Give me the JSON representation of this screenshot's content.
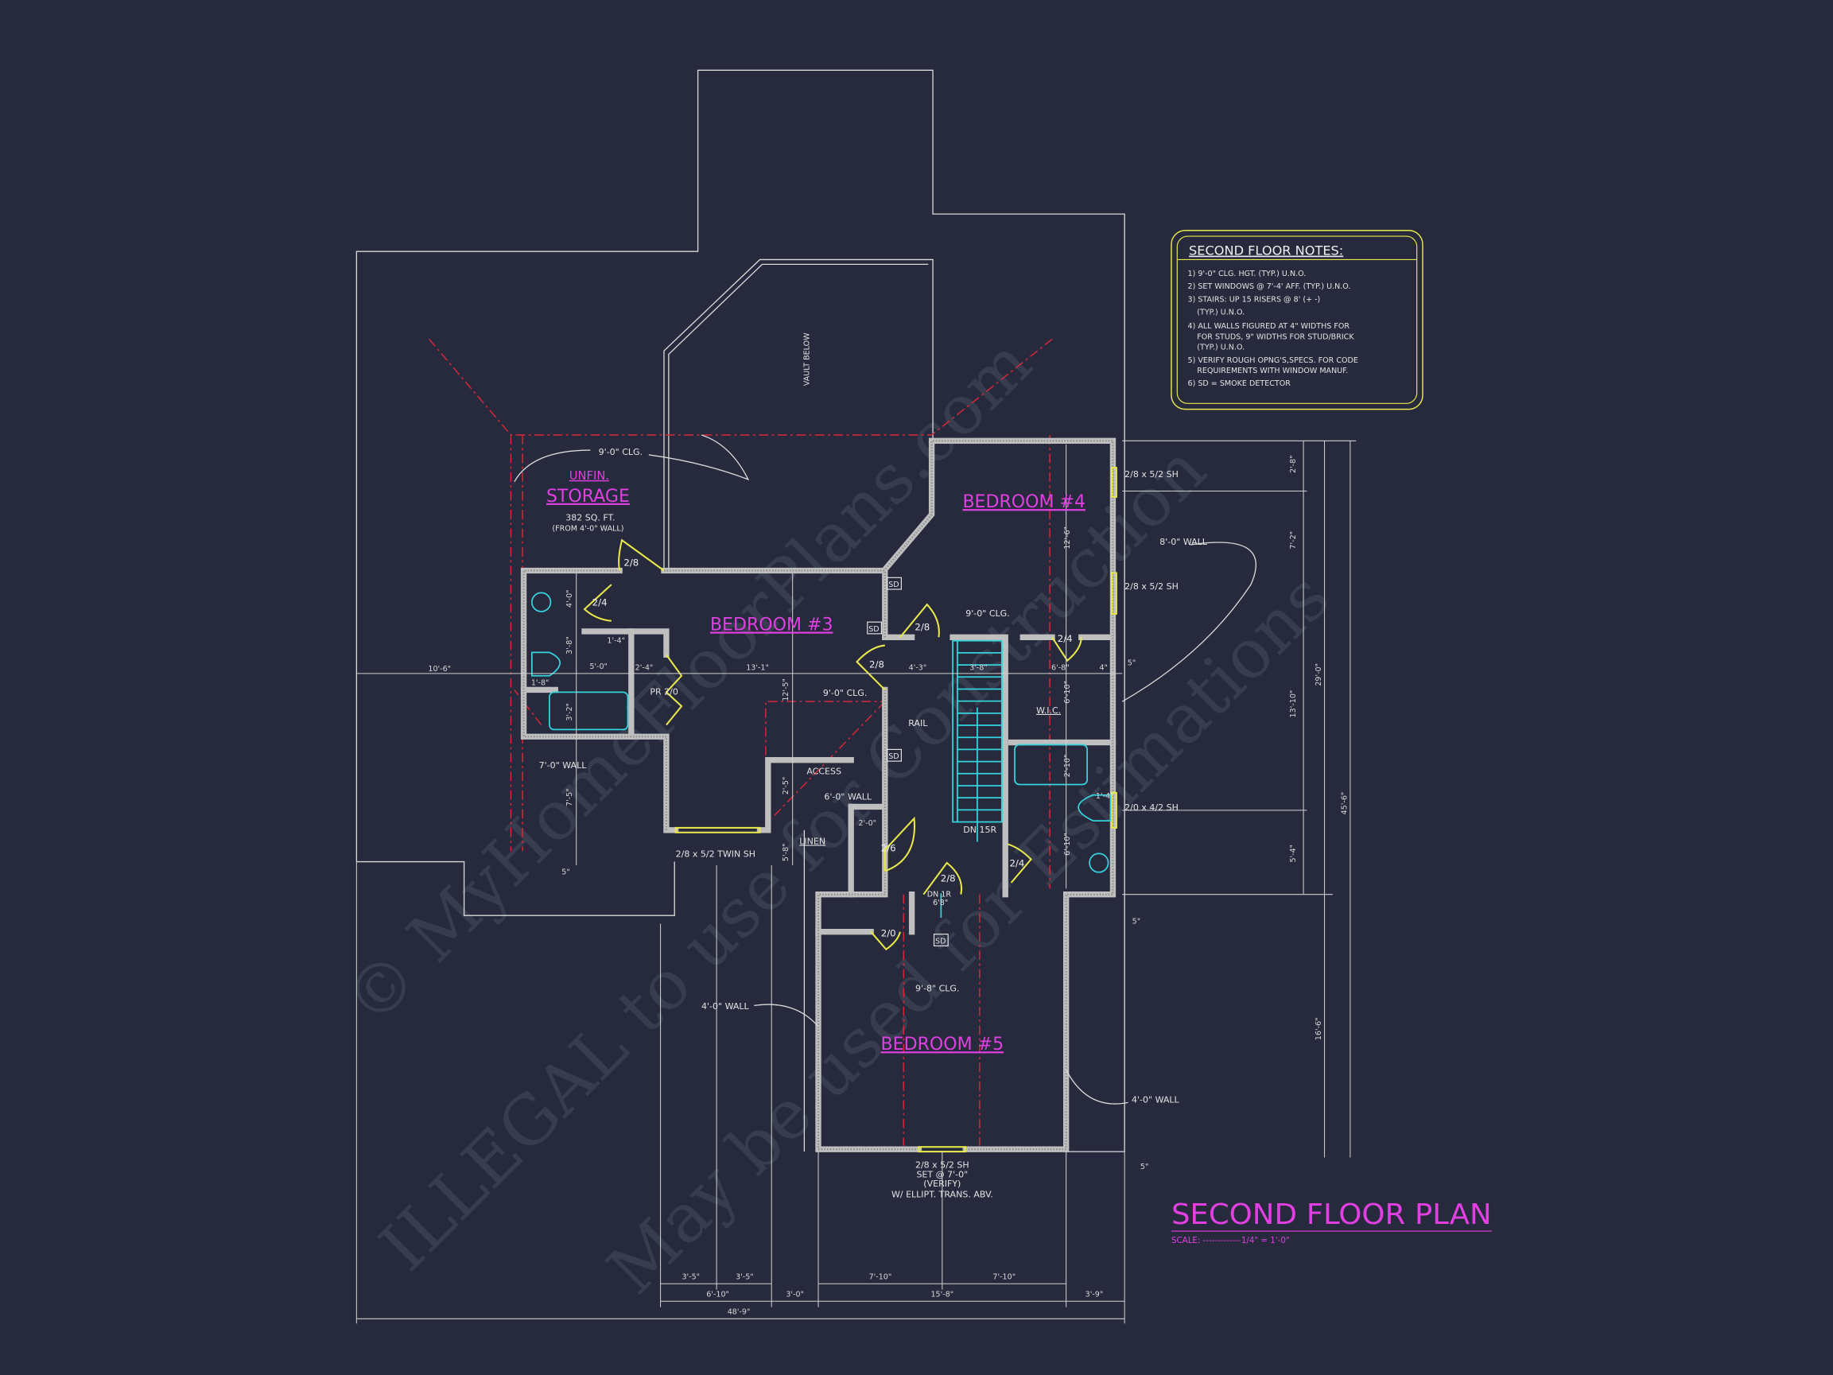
{
  "colors": {
    "background": "#262a3c",
    "walls": "#bfbfbf",
    "room_labels": "#e23fe2",
    "doors_windows": "#e8e84a",
    "fixtures": "#33d4de",
    "ceiling_lines": "#d8283a",
    "notes_border": "#e8e84a"
  },
  "title": {
    "text": "SECOND FLOOR PLAN",
    "scale": "SCALE: -------------1/4\" = 1'-0\""
  },
  "notes": {
    "heading": "SECOND FLOOR NOTES:",
    "lines": [
      "1) 9'-0\"  CLG. HGT. (TYP.) U.N.O.",
      "2) SET WINDOWS @ 7'-4' AFF. (TYP.) U.N.O.",
      "3) STAIRS: UP 15 RISERS @ 8' (+ -)",
      "(TYP.) U.N.O.",
      "4) ALL WALLS FIGURED AT 4\" WIDTHS FOR",
      "FOR STUDS, 9\" WIDTHS FOR STUD/BRICK",
      "(TYP.) U.N.O.",
      "5) VERIFY ROUGH OPNG'S,SPECS. FOR CODE",
      "REQUIREMENTS WITH WINDOW MANUF.",
      "6) SD = SMOKE DETECTOR"
    ]
  },
  "rooms": {
    "bedroom3": "BEDROOM #3",
    "bedroom4": "BEDROOM #4",
    "bedroom5": "BEDROOM #5",
    "storage_unfin": "UNFIN.",
    "storage": "STORAGE",
    "storage_area": "382 SQ. FT.",
    "storage_note": "(FROM 4'-0\" WALL)",
    "wic": "W.I.C.",
    "linen": "LINEN",
    "vault": "VAULT BELOW"
  },
  "annotations": {
    "clg_storage": "9'-0\" CLG.",
    "clg_bed4": "9'-0\" CLG.",
    "clg_bed3": "9'-0\" CLG.",
    "clg_bed5": "9'-8\" CLG.",
    "win_bed4_top": "2/8 x 5/2 SH",
    "win_bed4_mid": "2/8 x 5/2 SH",
    "wall_bed4": "8'-0\" WALL",
    "win_bath": "2/0 x 4/2 SH",
    "win_bed3": "2/8 x 5/2 TWIN SH",
    "rail": "RAIL",
    "stairs_main": "DN  15R",
    "stairs_step": "DN 1R",
    "stairs_step_h": "6'8\"",
    "access": "ACCESS",
    "wall_access": "6'-0\" WALL",
    "pr": "PR 2/0",
    "wall_7": "7'-0\" WALL",
    "wall_4_left": "4'-0\" WALL",
    "wall_4_right": "4'-0\" WALL",
    "win_bed5": [
      "2/8 x 5/2 SH",
      "SET @ 7'-0\"",
      "(VERIFY)",
      "W/ ELLIPT. TRANS. ABV."
    ],
    "sd": "SD"
  },
  "doors": [
    "2/8",
    "2/4",
    "2/8",
    "2/8",
    "2/4",
    "2/6",
    "2/8",
    "2/4",
    "2/0"
  ],
  "dims": {
    "interior": [
      "10'-6\"",
      "4'-0\"",
      "3'-8\"",
      "5'-0\"",
      "1'-4\"",
      "2'-4\"",
      "13'-1\"",
      "12'-5\"",
      "4'-3\"",
      "3'-8\"",
      "6'-8\"",
      "4\"",
      "5\"",
      "12'-6\"",
      "6'-10\"",
      "2'-10\"",
      "6'-10\"",
      "3'-2\"",
      "7'-5\"",
      "5\"",
      "2'-0\"",
      "2'-5\"",
      "5'-8\"",
      "5\"",
      "5\"",
      "1'-4\"",
      "1'-8\""
    ],
    "right": [
      "2'-8\"",
      "7'-2\"",
      "13'-10\"",
      "5'-4\"",
      "29'-0\"",
      "45'-6\"",
      "16'-6\""
    ],
    "bottom": [
      "3'-5\"",
      "3'-5\"",
      "6'-10\"",
      "3'-0\"",
      "7'-10\"",
      "7'-10\"",
      "15'-8\"",
      "3'-9\"",
      "48'-9\""
    ]
  },
  "watermark": [
    "© MyHomeFloorPlans.com",
    "ILLEGAL to use for Construction",
    "May be used for Estimations"
  ]
}
